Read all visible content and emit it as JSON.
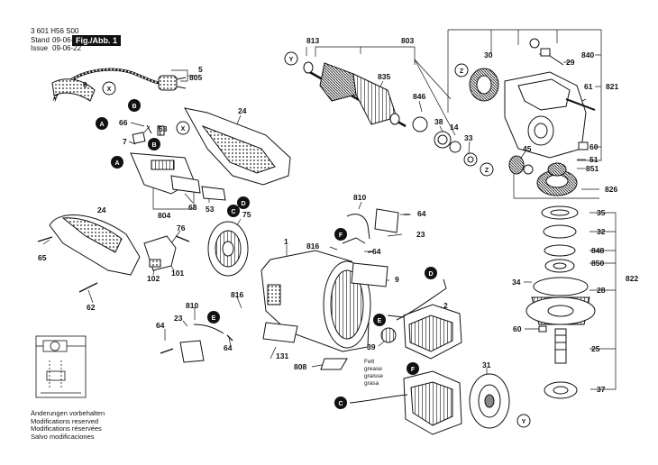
{
  "header": {
    "part_number": "3 601 H56 S00",
    "stand_label": "Stand",
    "stand_value": "09-06-22",
    "issue_label": "Issue",
    "issue_value": "09-06-22",
    "figure_label": "Fig./Abb. 1"
  },
  "footer": {
    "lines": [
      "Änderungen vorbehalten",
      "Modifications reserved",
      "Modifications réservées",
      "Salvo modificaciones"
    ]
  },
  "grease_note": [
    "Fett",
    "grease",
    "graisse",
    "grasa"
  ],
  "part_labels": {
    "p805": "805",
    "p5": "5",
    "p6": "6",
    "p66": "66",
    "p63": "63",
    "p7": "7",
    "p24a": "24",
    "p24b": "24",
    "p804": "804",
    "p68": "68",
    "p53": "53",
    "p75": "75",
    "p76": "76",
    "p65": "65",
    "p62": "62",
    "p102": "102",
    "p101": "101",
    "p1": "1",
    "p810a": "810",
    "p810b": "810",
    "p64a": "64",
    "p64b": "64",
    "p64c": "64",
    "p23a": "23",
    "p23b": "23",
    "p816a": "816",
    "p816b": "816",
    "p9": "9",
    "p131": "131",
    "p808": "808",
    "p2": "2",
    "p39": "39",
    "p31": "31",
    "p813": "813",
    "p803": "803",
    "p835": "835",
    "p846": "846",
    "p38": "38",
    "p14": "14",
    "p33": "33",
    "p30": "30",
    "p29": "29",
    "p840": "840",
    "p821": "821",
    "p61": "61",
    "p60": "60",
    "p51": "51",
    "p851": "851",
    "p45": "45",
    "p826": "826",
    "p35": "35",
    "p32": "32",
    "p848": "848",
    "p850": "850",
    "p822": "822",
    "p34": "34",
    "p28": "28",
    "p60b": "60",
    "p25": "25",
    "p37": "37"
  },
  "connector_letters": {
    "x1": "X",
    "x2": "X",
    "b1": "B",
    "b2": "B",
    "a1": "A",
    "a2": "A",
    "c1": "C",
    "c2": "C",
    "d1": "D",
    "d2": "D",
    "e1": "E",
    "e2": "E",
    "f1": "F",
    "f2": "F",
    "y1": "Y",
    "y2": "Y",
    "z1": "Z",
    "z2": "Z"
  }
}
